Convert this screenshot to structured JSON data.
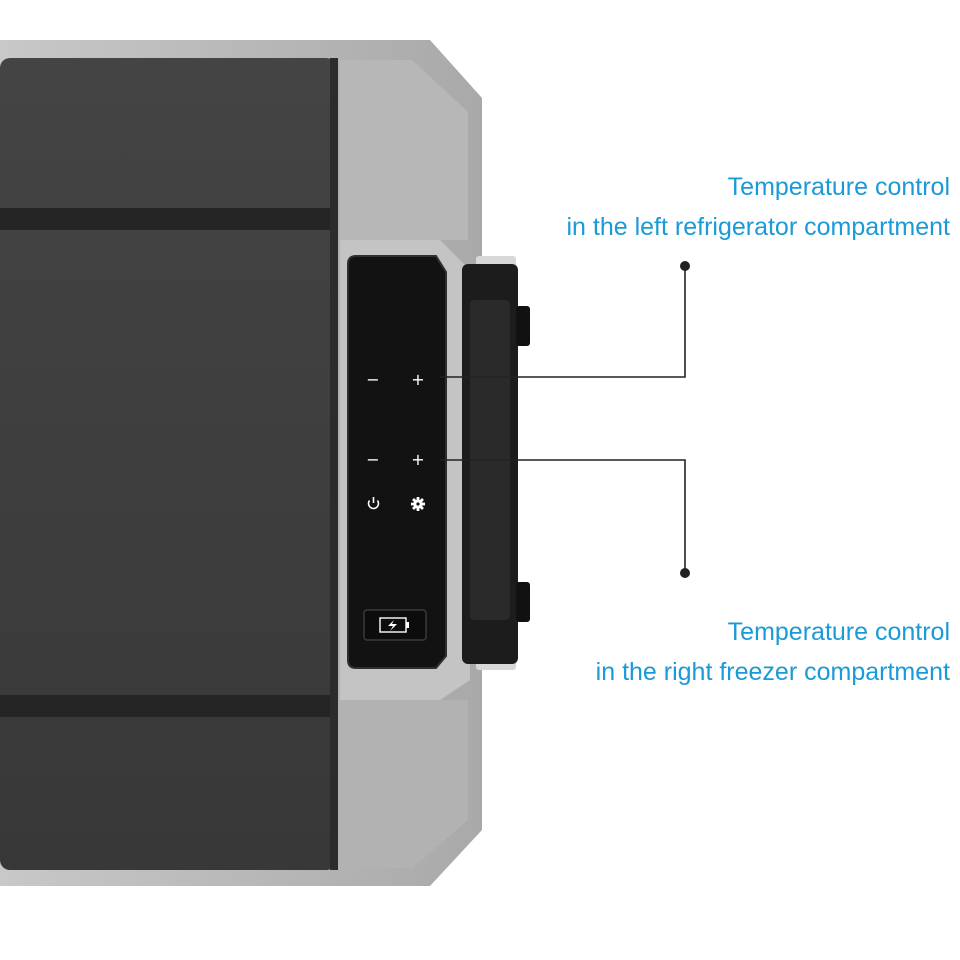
{
  "callouts": {
    "left_compartment": {
      "line1": "Temperature control",
      "line2": "in the left refrigerator compartment"
    },
    "right_compartment": {
      "line1": "Temperature control",
      "line2": "in the right freezer compartment"
    }
  },
  "panel": {
    "left_minus": "−",
    "left_plus": "+",
    "right_minus": "−",
    "right_plus": "+",
    "icons": [
      "power-icon",
      "gear-icon",
      "battery-icon"
    ]
  },
  "colors": {
    "callout_text": "#1a9ad6",
    "leader_line": "#222222",
    "lid_dark": "#3d3d3d",
    "body_gray": "#bdbdbd",
    "handle_black": "#1c1c1c"
  }
}
